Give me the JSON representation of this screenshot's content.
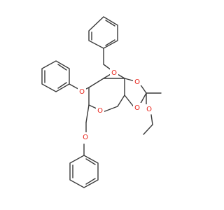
{
  "atom_labels": {
    "o_benzyl_top": "O",
    "o_benzyl_mid": "O",
    "o_ring_dioxolane_upper": "O",
    "o_ring_dioxolane_lower": "O",
    "o_ring_pyran": "O",
    "o_ethoxy": "O",
    "o_benzyl_bottom": "O"
  },
  "colors": {
    "bond": "#3a3a3a",
    "heteroatom_oxygen": "#e8231a",
    "background": "#ffffff"
  }
}
